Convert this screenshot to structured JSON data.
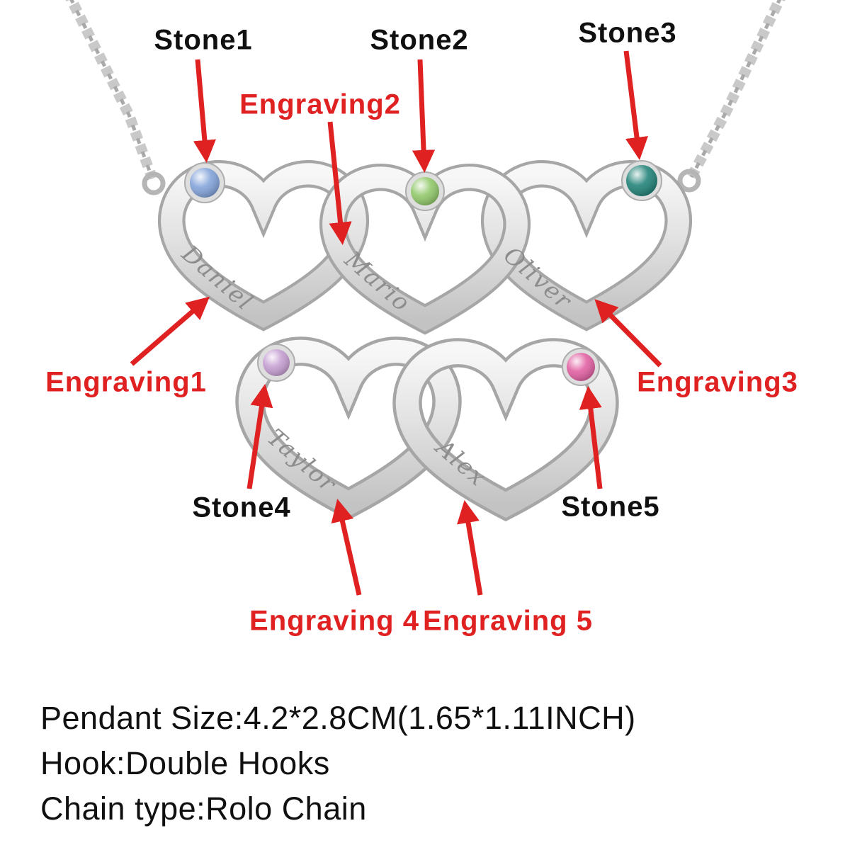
{
  "stones": [
    {
      "label": "Stone1",
      "color": "#7d9fd8"
    },
    {
      "label": "Stone2",
      "color": "#8cc663"
    },
    {
      "label": "Stone3",
      "color": "#177d72"
    },
    {
      "label": "Stone4",
      "color": "#c39ad0"
    },
    {
      "label": "Stone5",
      "color": "#e0599e"
    }
  ],
  "engravings": [
    {
      "label": "Engraving1"
    },
    {
      "label": "Engraving2"
    },
    {
      "label": "Engraving3"
    },
    {
      "label": "Engraving 4"
    },
    {
      "label": "Engraving 5"
    }
  ],
  "names": [
    "Daniel",
    "Mario",
    "Oliver",
    "Taylor",
    "Alex"
  ],
  "specs": {
    "pendant_size": "Pendant Size:4.2*2.8CM(1.65*1.11INCH)",
    "hook": "Hook:Double Hooks",
    "chain_type": "Chain type:Rolo Chain"
  },
  "colors": {
    "annotation_red": "#e02121",
    "label_black": "#101010",
    "silver": "#d6d6d6"
  }
}
